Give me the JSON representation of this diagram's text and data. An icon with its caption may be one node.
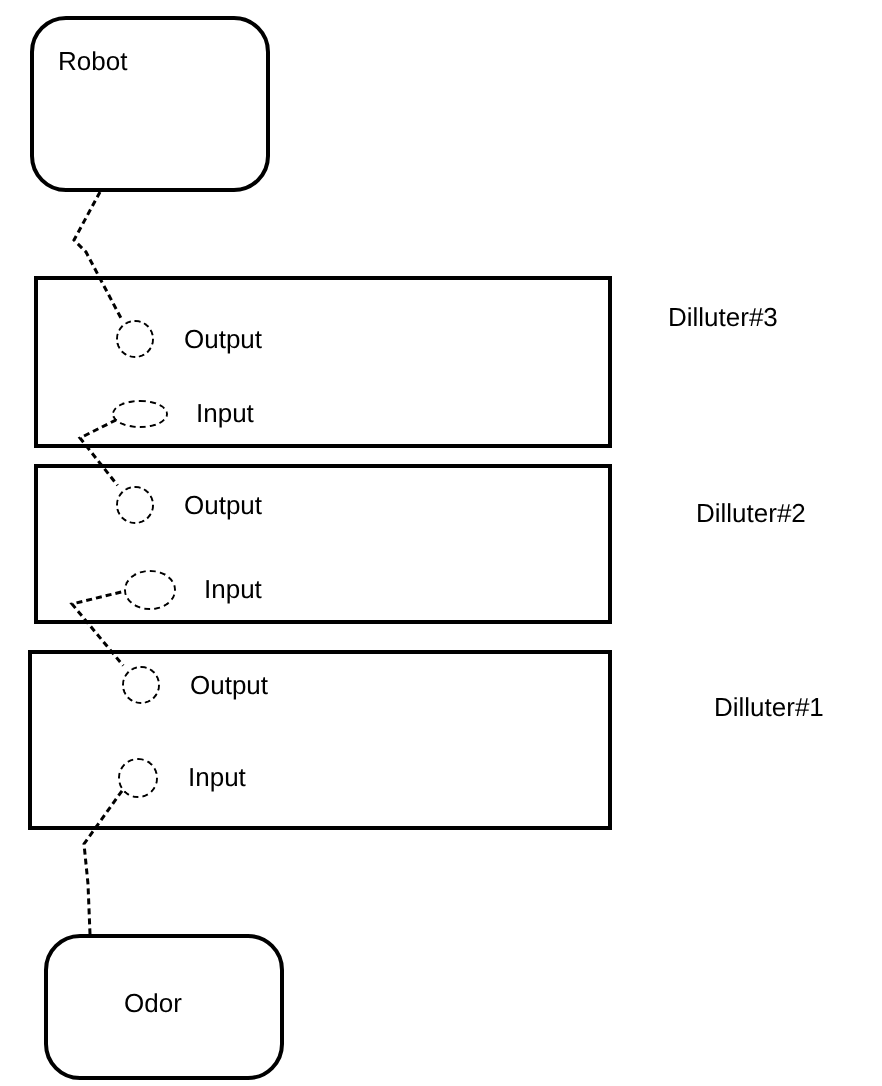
{
  "diagram": {
    "nodes": [
      {
        "text": [
          "Robot"
        ]
      },
      {
        "text": [
          "Dilluter#3"
        ]
      },
      {
        "text": [],
        "shape": "circle",
        "in": 1,
        "beside": [
          "Output"
        ]
      },
      {
        "text": [],
        "shape": "ellipse",
        "in": 1,
        "beside": [
          "Input"
        ]
      },
      {
        "text": [
          "Dilluter#2"
        ]
      },
      {
        "text": [],
        "shape": "circle",
        "in": 4,
        "beside": [
          "Output"
        ]
      },
      {
        "text": [],
        "shape": "ellipse",
        "in": 4,
        "beside": [
          "Input"
        ]
      },
      {
        "text": [
          "Dilluter#1"
        ]
      },
      {
        "text": [],
        "shape": "circle",
        "in": 7,
        "beside": [
          "Output"
        ]
      },
      {
        "text": [],
        "shape": "circle",
        "in": 7,
        "beside": [
          "Input"
        ]
      },
      {
        "text": [
          "Odor"
        ]
      }
    ],
    "edges": [
      {
        "from": 0,
        "to": 2,
        "arrow": "none",
        "style": "dashed"
      },
      {
        "from": 3,
        "to": 5,
        "arrow": "none",
        "style": "dashed"
      },
      {
        "from": 6,
        "to": 8,
        "arrow": "none",
        "style": "dashed"
      },
      {
        "from": 9,
        "to": 10,
        "arrow": "none",
        "style": "dashed"
      }
    ]
  }
}
